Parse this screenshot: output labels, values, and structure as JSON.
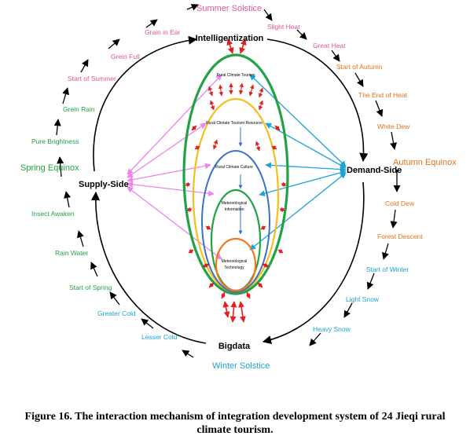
{
  "center": {
    "top": "Intelligentization",
    "bottom": "Bigdata",
    "left": "Supply-Side",
    "right": "Demand-Side"
  },
  "terms": {
    "summer_solstice": "Summer Solstice",
    "slight_heat": "Slight Heat",
    "great_heat": "Great Heat",
    "start_autumn": "Start of Autumn",
    "end_heat": "The End of Heat",
    "white_dew": "White Dew",
    "autumn_equinox": "Autumn Equinox",
    "cold_dew": "Cold Dew",
    "frost_descent": "Forest Descent",
    "start_winter": "Start of Winter",
    "light_snow": "Light Snow",
    "heavy_snow": "Heavy Snow",
    "winter_solstice": "Winter Solstice",
    "lesser_cold": "Lesser Cold",
    "greater_cold": "Greater Cold",
    "start_spring": "Start of Spring",
    "rain_water": "Rain Water",
    "insect_awaken": "Insect Awaken",
    "spring_equinox": "Spring Equinox",
    "pure_brightness": "Pure Brightness",
    "grain_rain": "Grein Rain",
    "start_summer": "Start of Summer",
    "grain_full": "Grein Full",
    "grain_ear": "Grain in Ear"
  },
  "layers": {
    "l1": "Rural Climate Tourism",
    "l2": "Rural Climate Tourism Resource",
    "l3": "Rural Climate Culture",
    "l4a": "Meteorological",
    "l4b": "Information",
    "l5a": "Meteorological",
    "l5b": "Technology"
  },
  "caption": {
    "line1": "Figure 16. The interaction mechanism of integration development system of 24 Jieqi rural",
    "line2": "climate tourism."
  },
  "colors": {
    "summer": "#e0559a",
    "spring": "#22a245",
    "autumn": "#e0731e",
    "winter": "#1aa3d6",
    "supply_arrows": "#ee82ee",
    "demand_arrows": "#1aa3d6",
    "ring_green": "#22a245",
    "ring_yellow": "#f2c01e",
    "ring_blue": "#3d6fc4",
    "ring_orange": "#ef7a1e",
    "red_arrows": "#e02020"
  }
}
